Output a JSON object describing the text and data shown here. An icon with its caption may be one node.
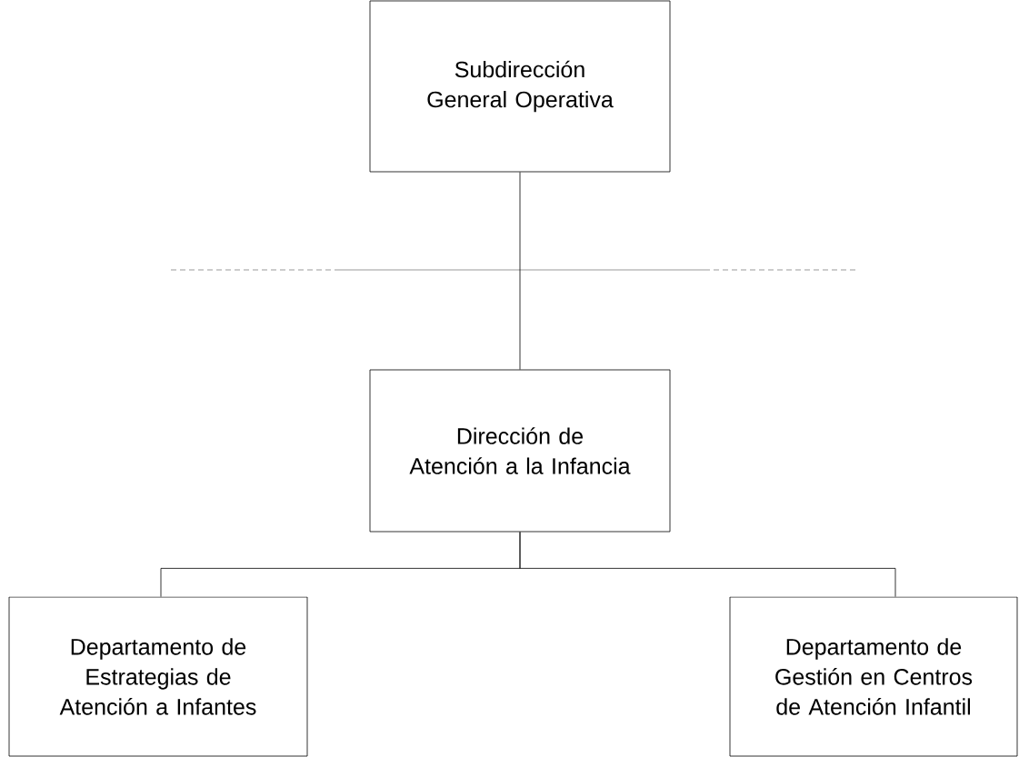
{
  "diagram": {
    "nodes": [
      {
        "text": [
          "Subdirección General Operativa"
        ]
      },
      {
        "text": [
          "Dirección de Atención a la Infancia"
        ]
      },
      {
        "text": [
          "Departamento de Estrategias de Atención a Infantes"
        ]
      },
      {
        "text": [
          "Departamento de Gestión en Centros de Atención Infantil"
        ]
      }
    ],
    "edges": [
      {
        "from": 0,
        "to": 1,
        "arrow": "none"
      },
      {
        "from": 1,
        "to": 2,
        "arrow": "none"
      },
      {
        "from": 1,
        "to": 3,
        "arrow": "none"
      }
    ]
  }
}
